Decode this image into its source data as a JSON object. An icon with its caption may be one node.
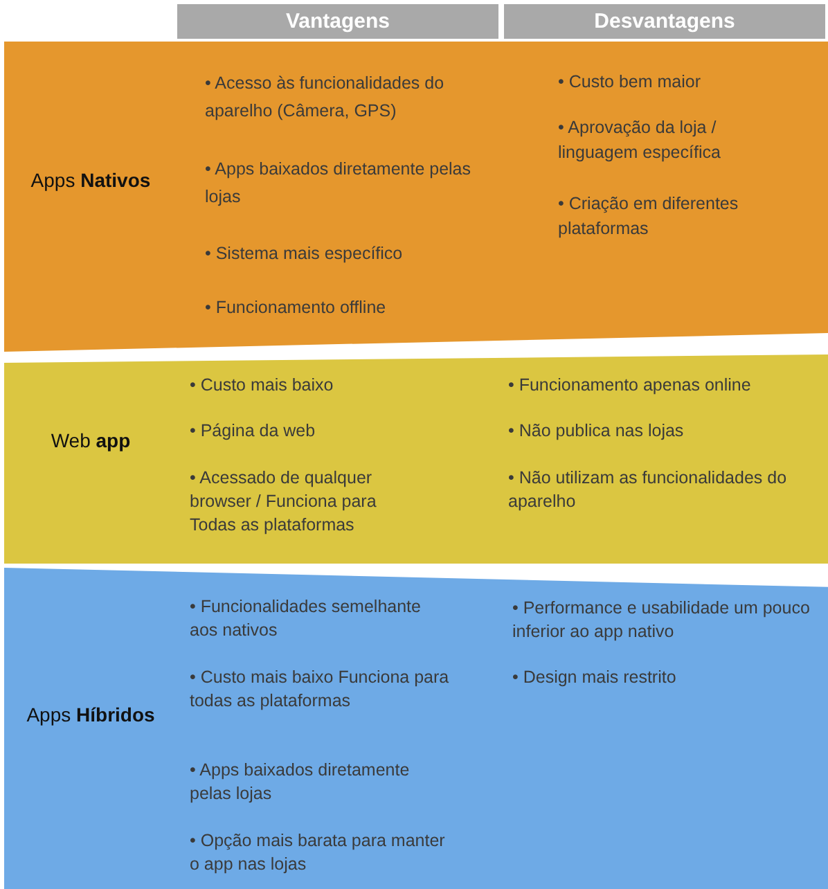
{
  "diagram": {
    "nodes": [
      {
        "text": [
          "Vantagens"
        ]
      },
      {
        "text": [
          "Desvantagens"
        ]
      },
      {
        "text": [
          "Apps **Nativos**",
          "• Acesso às funcionalidades do aparelho (Câmera, GPS)",
          "• Apps baixados diretamente pelas lojas",
          "• Sistema mais específico",
          "• Funcionamento offline",
          "• Custo bem maior",
          "• Aprovação da loja / linguagem específica",
          "• Criação em diferentes plataformas"
        ]
      },
      {
        "text": [
          "Web **app**",
          "• Custo mais baixo",
          "• Página da web",
          "• Acessado de qualquer browser / Funciona para Todas as plataformas",
          "• Funcionamento apenas online",
          "• Não publica nas lojas",
          "• Não utilizam as funcionalidades do aparelho"
        ]
      },
      {
        "text": [
          "Apps **Híbridos**",
          "• Funcionalidades semelhante aos nativos",
          "• Custo mais baixo Funciona para todas as plataformas",
          "• Apps baixados diretamente pelas lojas",
          "• Opção mais barata para manter o app nas lojas",
          "• Performance e usabilidade um pouco inferior ao app nativo",
          "• Design mais restrito"
        ]
      }
    ]
  }
}
